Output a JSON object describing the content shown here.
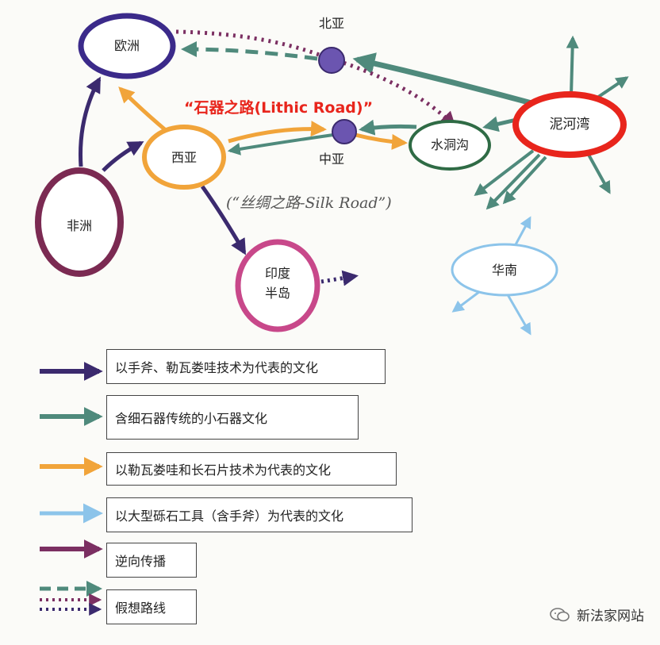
{
  "nodes": {
    "europe": "欧洲",
    "north_asia": "北亚",
    "west_asia": "西亚",
    "central_asia": "中亚",
    "shuidonggou": "水洞沟",
    "nihewan": "泥河湾",
    "africa": "非洲",
    "india_line1": "印度",
    "india_line2": "半岛",
    "south_china": "华南"
  },
  "routes": {
    "lithic_road": "“石器之路(Lithic Road)”",
    "silk_road": "(“丝绸之路-Silk Road”)"
  },
  "legend": [
    {
      "label": "以手斧、勒瓦娄哇技术为代表的文化",
      "color": "#3b2a6e"
    },
    {
      "label": "含细石器传统的小石器文化",
      "color": "#4f8a7c"
    },
    {
      "label": "以勒瓦娄哇和长石片技术为代表的文化",
      "color": "#f1a43a"
    },
    {
      "label": "以大型砾石工具（含手斧）为代表的文化",
      "color": "#8cc4ea"
    },
    {
      "label": "逆向传播",
      "color": "#7b2f62"
    },
    {
      "label": "假想路线",
      "color": "#4f8a7c"
    }
  ],
  "colors": {
    "europe": "#3b2a8a",
    "west_asia": "#f1a43a",
    "africa": "#7b2a52",
    "india": "#c8488a",
    "nihewan": "#e8251c",
    "shuidonggou": "#2f6b45",
    "south_china": "#8cc4ea",
    "hub_fill": "#6b55b0"
  },
  "watermark": "新法家网站"
}
